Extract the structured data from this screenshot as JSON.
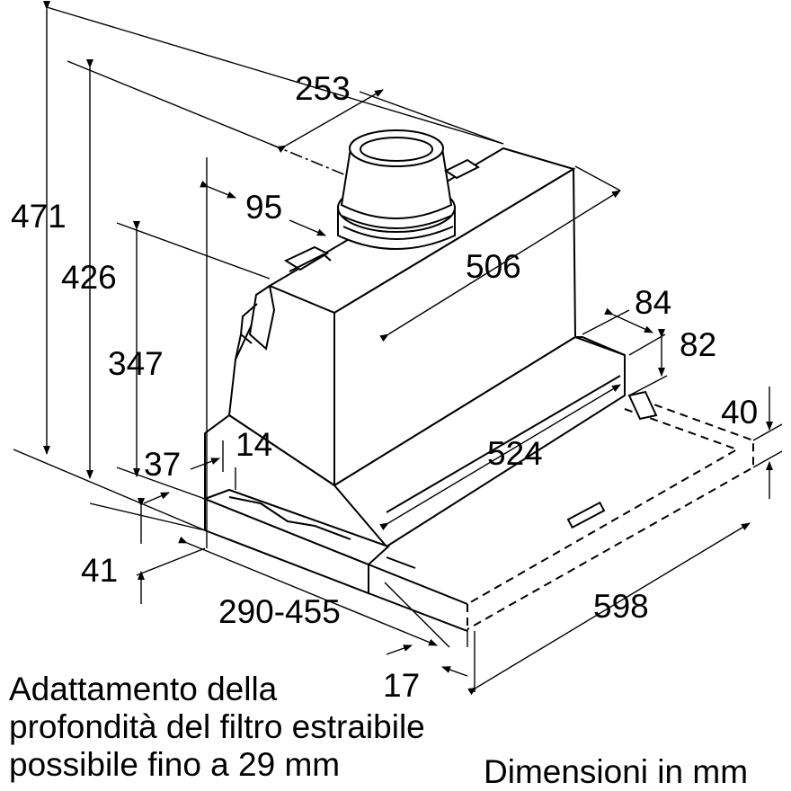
{
  "dimensions": {
    "d_253": "253",
    "d_95": "95",
    "d_471": "471",
    "d_426": "426",
    "d_347": "347",
    "d_506": "506",
    "d_84": "84",
    "d_82": "82",
    "d_40": "40",
    "d_524": "524",
    "d_14": "14",
    "d_37": "37",
    "d_41": "41",
    "d_290_455": "290-455",
    "d_598": "598",
    "d_17": "17"
  },
  "notes": {
    "adjustment_line1": "Adattamento della",
    "adjustment_line2": "profondità del filtro estraibile",
    "adjustment_line3": "possibile fino a 29 mm",
    "units": "Dimensioni in mm"
  }
}
